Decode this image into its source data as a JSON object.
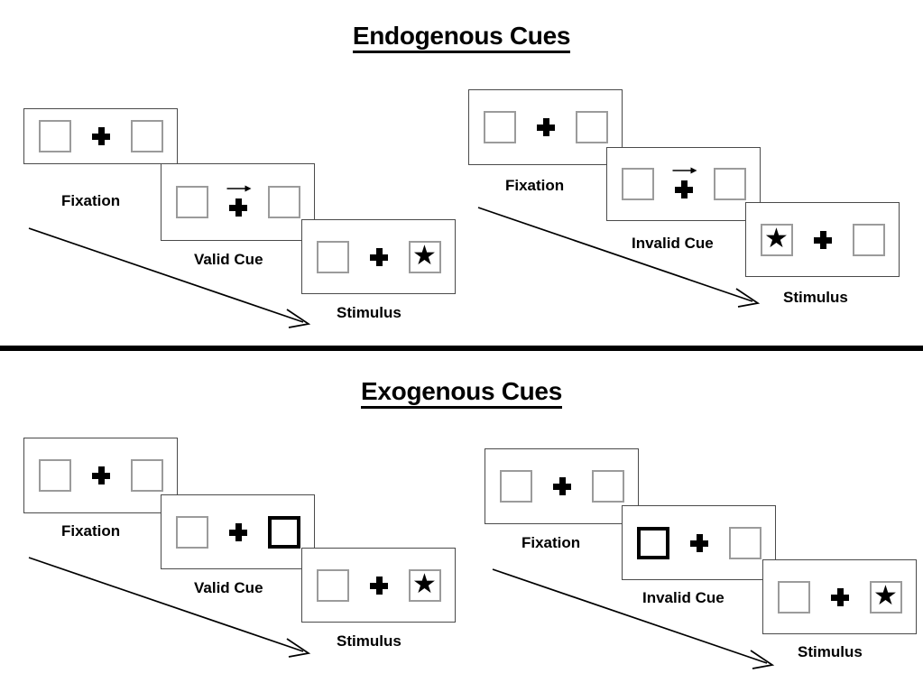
{
  "sections": [
    {
      "id": "endogenous",
      "title": "Endogenous Cues",
      "columns": [
        {
          "id": "endogenous-valid",
          "panels": [
            {
              "stage_label": "Fixation",
              "cue_type": "none",
              "left_box": {
                "cued": false,
                "content": ""
              },
              "right_box": {
                "cued": false,
                "content": ""
              }
            },
            {
              "stage_label": "Valid Cue",
              "cue_type": "arrow-right",
              "left_box": {
                "cued": false,
                "content": ""
              },
              "right_box": {
                "cued": false,
                "content": ""
              }
            },
            {
              "stage_label": "Stimulus",
              "cue_type": "none",
              "left_box": {
                "cued": false,
                "content": ""
              },
              "right_box": {
                "cued": false,
                "content": "★"
              }
            }
          ]
        },
        {
          "id": "endogenous-invalid",
          "panels": [
            {
              "stage_label": "Fixation",
              "cue_type": "none",
              "left_box": {
                "cued": false,
                "content": ""
              },
              "right_box": {
                "cued": false,
                "content": ""
              }
            },
            {
              "stage_label": "Invalid Cue",
              "cue_type": "arrow-right",
              "left_box": {
                "cued": false,
                "content": ""
              },
              "right_box": {
                "cued": false,
                "content": ""
              }
            },
            {
              "stage_label": "Stimulus",
              "cue_type": "none",
              "left_box": {
                "cued": false,
                "content": "★"
              },
              "right_box": {
                "cued": false,
                "content": ""
              }
            }
          ]
        }
      ]
    },
    {
      "id": "exogenous",
      "title": "Exogenous Cues",
      "columns": [
        {
          "id": "exogenous-valid",
          "panels": [
            {
              "stage_label": "Fixation",
              "cue_type": "none",
              "left_box": {
                "cued": false,
                "content": ""
              },
              "right_box": {
                "cued": false,
                "content": ""
              }
            },
            {
              "stage_label": "Valid Cue",
              "cue_type": "box-highlight-right",
              "left_box": {
                "cued": false,
                "content": ""
              },
              "right_box": {
                "cued": true,
                "content": ""
              }
            },
            {
              "stage_label": "Stimulus",
              "cue_type": "none",
              "left_box": {
                "cued": false,
                "content": ""
              },
              "right_box": {
                "cued": false,
                "content": "★"
              }
            }
          ]
        },
        {
          "id": "exogenous-invalid",
          "panels": [
            {
              "stage_label": "Fixation",
              "cue_type": "none",
              "left_box": {
                "cued": false,
                "content": ""
              },
              "right_box": {
                "cued": false,
                "content": ""
              }
            },
            {
              "stage_label": "Invalid Cue",
              "cue_type": "box-highlight-left",
              "left_box": {
                "cued": true,
                "content": ""
              },
              "right_box": {
                "cued": false,
                "content": ""
              }
            },
            {
              "stage_label": "Stimulus",
              "cue_type": "none",
              "left_box": {
                "cued": false,
                "content": ""
              },
              "right_box": {
                "cued": false,
                "content": "★"
              }
            }
          ]
        }
      ]
    }
  ],
  "colors": {
    "panel_border": "#4a4a4a",
    "box_border": "#9b9b9b",
    "cued_box_border": "#000000",
    "ink": "#000000",
    "background": "#ffffff"
  }
}
